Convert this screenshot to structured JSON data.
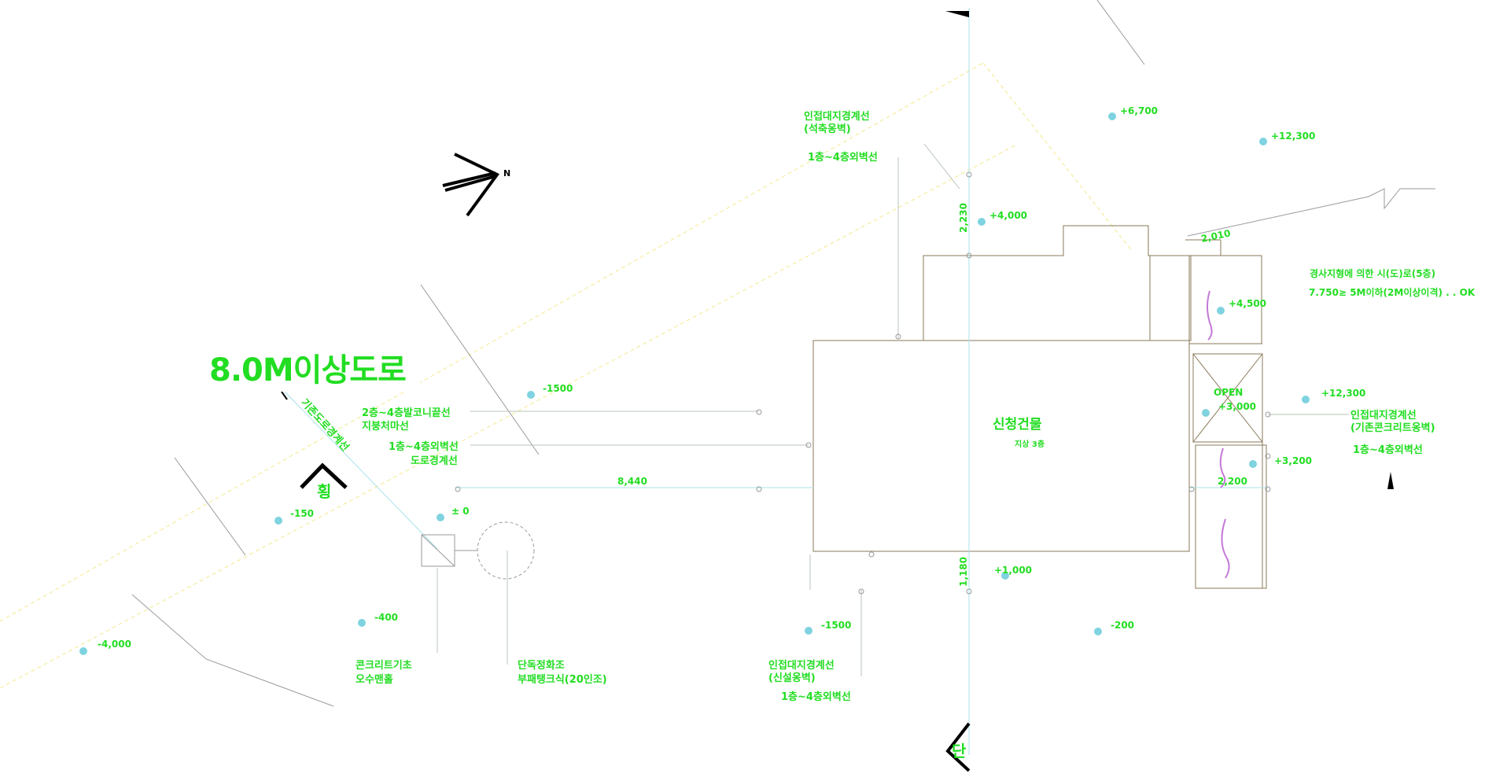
{
  "road": {
    "title": "8.0M이상도로",
    "note": "기존도로경계선",
    "label": "횡"
  },
  "building": {
    "name": "신청건물",
    "sub": "지상 3층"
  },
  "labels": {
    "north_neighbor_line1": "인접대지경계선",
    "north_neighbor_line2": "(석축옹벽)",
    "north_setback": "1층~4층외벽선",
    "west_setback1_line1": "2층~4층발코니끝선",
    "west_setback1_line2": "지붕처마선",
    "west_setback2_line1": "1층~4층외벽선",
    "west_setback2_line2": "도로경계선",
    "east_slope_line1": "경사지형에 의한 시(도)로(5층)",
    "east_slope_line2": "7.750≥ 5M이하(2M이상이격) . . OK",
    "east_neighbor_line1": "인접대지경계선",
    "east_neighbor_line2": "(기존콘크리트옹벽)",
    "east_setback": "1층~4층외벽선",
    "south_neighbor_line1": "인접대지경계선",
    "south_neighbor_line2": "(신설옹벽)",
    "south_setback": "1층~4층외벽선",
    "sw_label_line1": "콘크리트기초",
    "sw_label_line2": "오수맨홀",
    "tree_line1": "단독정화조",
    "tree_line2": "부패탱크식(20인조)",
    "open": "OPEN"
  },
  "elevations": {
    "e1": "+6,700",
    "e2": "+12,300",
    "e3": "+4,000",
    "e4": "+4,500",
    "e5": "+12,300",
    "e6": "+3,000",
    "e7": "+3,200",
    "e8": "-1500",
    "e9": "-150",
    "e10": "± 0",
    "e11": "-400",
    "e12": "-4,000",
    "e13": "+1,000",
    "e14": "-1500",
    "e15": "-200"
  },
  "dimensions": {
    "d1": "2,230",
    "d2": "2,010",
    "d3": "8,440",
    "d4": "2,200",
    "d5": "1,180"
  },
  "north_arrow": {
    "letter": "N"
  },
  "section_marks": {
    "bottom": "단"
  }
}
